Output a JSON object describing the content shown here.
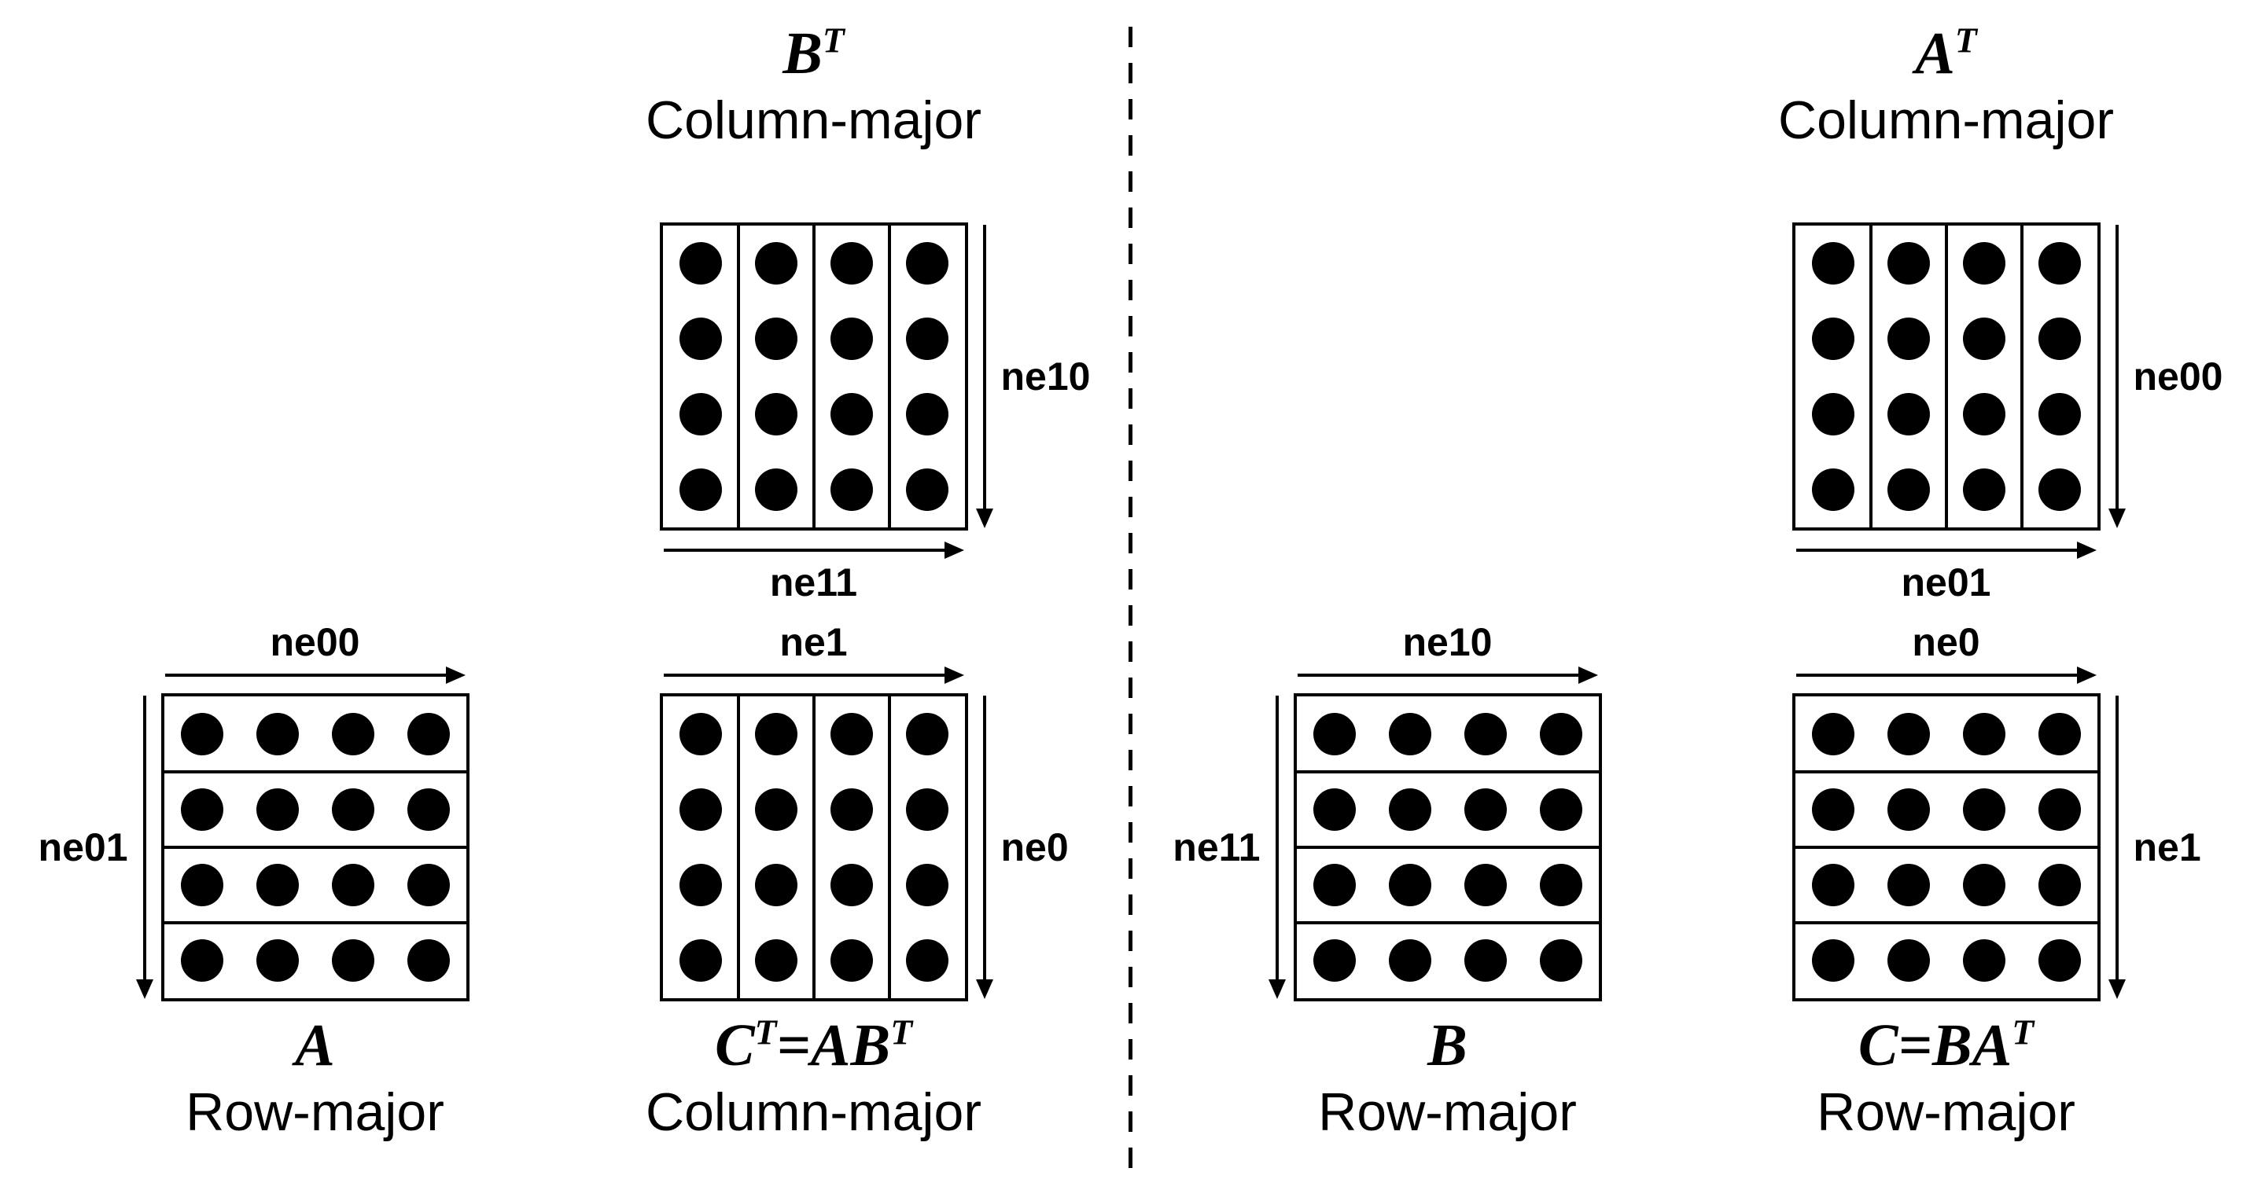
{
  "diagram": {
    "background": "#ffffff",
    "ink": "#000000",
    "divider": {
      "orientation": "vertical",
      "style": "dashed"
    },
    "grid": {
      "rows": 4,
      "cols": 4
    },
    "panels": [
      {
        "id": "left",
        "matrices": [
          {
            "id": "B-transpose",
            "slot": "top",
            "math": [
              {
                "t": "B",
                "sup": "T"
              }
            ],
            "storage": "Column-major",
            "dividers": "vertical",
            "arrow_right": "ne10",
            "arrow_bottom": "ne11",
            "title_pos": "top"
          },
          {
            "id": "A",
            "slot": "bottom-left",
            "math": [
              {
                "t": "A"
              }
            ],
            "storage": "Row-major",
            "dividers": "horizontal",
            "arrow_top": "ne00",
            "arrow_left": "ne01",
            "title_pos": "bottom"
          },
          {
            "id": "C-transpose",
            "slot": "bottom-right",
            "math": [
              {
                "t": "C",
                "sup": "T"
              },
              {
                "t": "=AB",
                "sup": "T"
              }
            ],
            "storage": "Column-major",
            "dividers": "vertical",
            "arrow_top": "ne1",
            "arrow_right": "ne0",
            "title_pos": "bottom"
          }
        ]
      },
      {
        "id": "right",
        "matrices": [
          {
            "id": "A-transpose",
            "slot": "top",
            "math": [
              {
                "t": "A",
                "sup": "T"
              }
            ],
            "storage": "Column-major",
            "dividers": "vertical",
            "arrow_right": "ne00",
            "arrow_bottom": "ne01",
            "title_pos": "top"
          },
          {
            "id": "B",
            "slot": "bottom-left",
            "math": [
              {
                "t": "B"
              }
            ],
            "storage": "Row-major",
            "dividers": "horizontal",
            "arrow_top": "ne10",
            "arrow_left": "ne11",
            "title_pos": "bottom"
          },
          {
            "id": "C",
            "slot": "bottom-right",
            "math": [
              {
                "t": "C=BA",
                "sup": "T"
              }
            ],
            "storage": "Row-major",
            "dividers": "horizontal",
            "arrow_top": "ne0",
            "arrow_right": "ne1",
            "title_pos": "bottom"
          }
        ]
      }
    ]
  }
}
